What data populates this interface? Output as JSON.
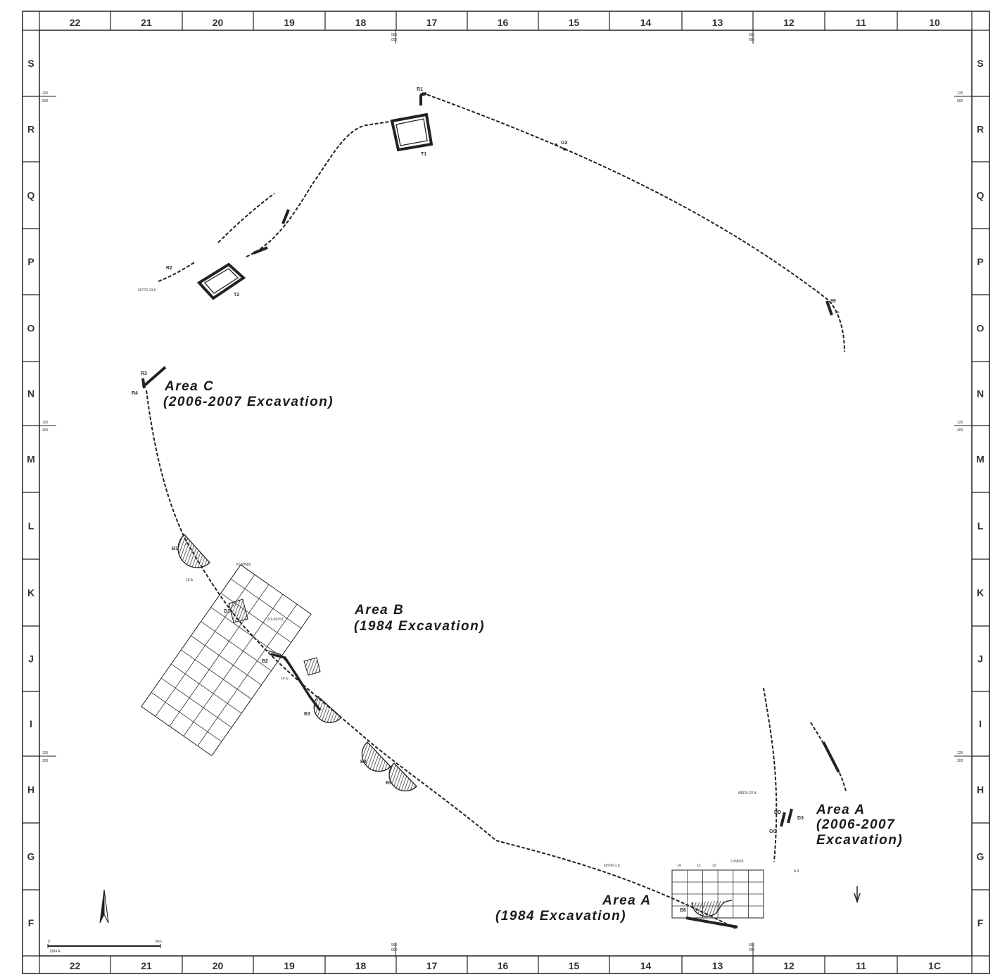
{
  "columns": [
    "22",
    "21",
    "20",
    "19",
    "18",
    "17",
    "16",
    "15",
    "14",
    "13",
    "12",
    "11",
    "10"
  ],
  "columns_bottom": [
    "22",
    "21",
    "20",
    "19",
    "18",
    "17",
    "16",
    "15",
    "14",
    "13",
    "12",
    "11",
    "1C"
  ],
  "rows": [
    "S",
    "R",
    "Q",
    "P",
    "O",
    "N",
    "M",
    "L",
    "K",
    "J",
    "I",
    "H",
    "G",
    "F"
  ],
  "coord_marks": {
    "x_500": [
      "125",
      "500"
    ],
    "x_400": [
      "125",
      "400"
    ],
    "x_300": [
      "125",
      "300"
    ],
    "y_top_a": [
      "556",
      "000"
    ],
    "y_top_b": [
      "556",
      "000"
    ]
  },
  "area_labels": {
    "area_c": {
      "name": "Area C",
      "period": "(2006-2007 Excavation)"
    },
    "area_b": {
      "name": "Area B",
      "period": "(1984 Excavation)"
    },
    "area_a_2006": {
      "name": "Area A",
      "line2": "(2006-2007",
      "line3": "Excavation)"
    },
    "area_a_1984": {
      "name": "Area A",
      "period": "(1984 Excavation)"
    }
  },
  "features": {
    "T1": "T1",
    "T2": "T2",
    "R1": "R1",
    "R2": "R2",
    "R3": "R3",
    "R4": "R4",
    "G2": "G2",
    "G9": "99",
    "F": "FF",
    "B1": "B1",
    "B2": "B2",
    "B3": "B3",
    "B4": "B4",
    "B5": "B5",
    "B6": "B6",
    "D1": "D1",
    "D3": "D3",
    "GG": "GG",
    "DD": "DD"
  },
  "sample_labels": {
    "s_69779": "69779-13 Δ",
    "s_ki": "KI-69689",
    "s_15": "15 Δ",
    "s_9": "Δ 9-69761",
    "s_14": "14 Δ",
    "s_68324": "68324-22 Δ",
    "s_69706": "69706-1 Δ",
    "s_2": "2-69693",
    "s_3": "Δ 3"
  },
  "scale": {
    "start": "0",
    "end": "30m.",
    "caption": "1984 A"
  },
  "north_arrow": "north-arrow"
}
